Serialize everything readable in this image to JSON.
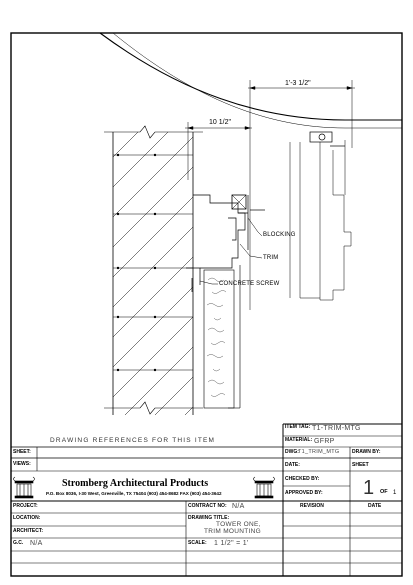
{
  "drawing": {
    "dimensions": {
      "overall": "1'-3 1/2\"",
      "partial": "10 1/2\""
    },
    "annotations": {
      "blocking": "BLOCKING",
      "trim": "TRIM",
      "screw": "CONCRETE SCREW"
    }
  },
  "title_block": {
    "references_header": "DRAWING REFERENCES FOR THIS ITEM",
    "labels": {
      "sheet": "SHEET:",
      "views": "VIEWS:",
      "item_tag": "ITEM TAG:",
      "material": "MATERIAL:",
      "dwg": "DWG:",
      "drawn_by": "DRAWN BY:",
      "date": "DATE:",
      "sheet_num": "SHEET",
      "checked_by": "CHECKED BY:",
      "approved_by": "APPROVED BY:",
      "project": "PROJECT:",
      "contract_no": "CONTRACT NO:",
      "revision": "REVISION",
      "rev_date": "DATE",
      "location": "LOCATION:",
      "drawing_title": "DRAWING TITLE:",
      "architect": "ARCHITECT:",
      "gc": "G.C.",
      "scale": "SCALE:",
      "of": "OF"
    },
    "values": {
      "item_tag": "T1-TRIM-MTG",
      "material": "GFRP",
      "dwg": "T1_TRIM_MTG",
      "contract_no": "N/A",
      "gc": "N/A",
      "drawing_title_line1": "TOWER ONE,",
      "drawing_title_line2": "TRIM MOUNTING",
      "scale": "1 1/2\" = 1'",
      "sheet_number": "1",
      "sheet_total": "1"
    },
    "company": {
      "name": "Stromberg Architectural Products",
      "address": "P.O. Box 8036, I-30 West, Greenville, TX 75404  (903) 454-8682  FAX (903) 454-3642"
    }
  }
}
